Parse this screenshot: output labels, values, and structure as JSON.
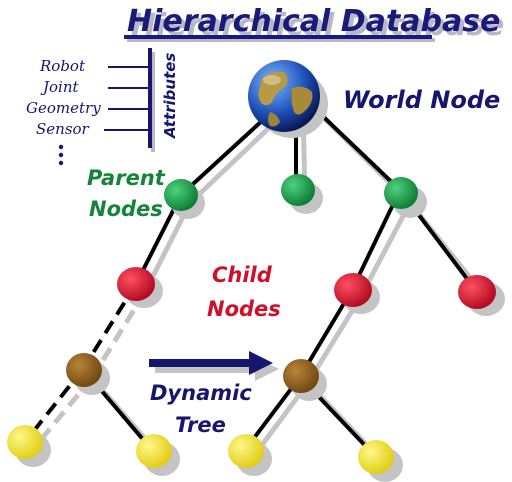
{
  "title": "Hierarchical Database",
  "attributes_label": "Attributes",
  "attributes": [
    "Robot",
    "Joint",
    "Geometry",
    "Sensor"
  ],
  "world_node_label": "World Node",
  "parent_nodes_label": [
    "Parent",
    "Nodes"
  ],
  "child_nodes_label": [
    "Child",
    "Nodes"
  ],
  "dynamic_tree_label": [
    "Dynamic",
    "Tree"
  ],
  "colors": {
    "title": "#1a1a7a",
    "label_dark": "#16166e",
    "parent_node": "#0e8a3c",
    "child_node": "#d0102a",
    "dynamic_node": "#8a5a14",
    "leaf_node": "#f4e41c",
    "edge": "#000000",
    "shadow": "#c4c4c4"
  }
}
